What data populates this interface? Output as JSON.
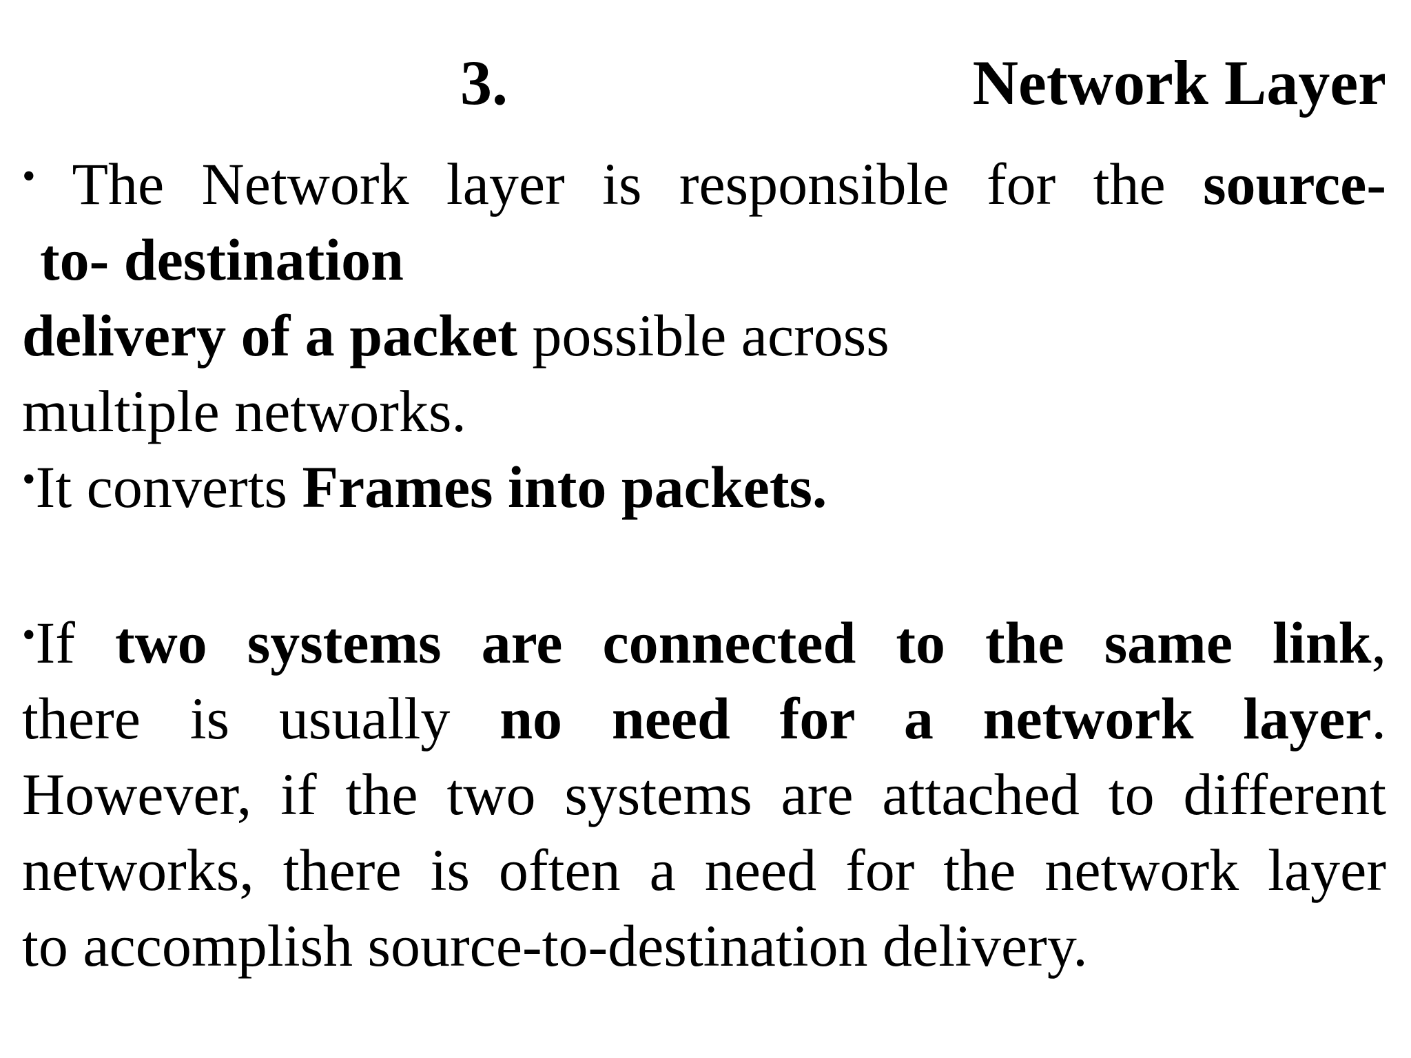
{
  "slide": {
    "title_number": "3.",
    "title_text": "Network Layer",
    "bullet_glyph": "•",
    "p1": {
      "line1_normal": " The Network layer is responsible for the",
      "line1_bold": "source-",
      "line2_bold": "to- destination",
      "line3_bold": "delivery of a packet",
      "line3_normal": " possible across",
      "line4_normal": "multiple networks."
    },
    "p2": {
      "normal": "It converts ",
      "bold": "Frames into packets."
    },
    "p3": {
      "line1_normal_a": "If ",
      "line1_bold": "two systems are connected to the same link",
      "line1_normal_b": ",",
      "line2_normal_a": "there is usually ",
      "line2_bold": "no need for a network layer",
      "line2_normal_b": ".",
      "line3": "However, if the two systems are  attached to different",
      "line4": "networks, there is often a need for the  network layer",
      "line5": "to accomplish source-to-destination delivery."
    }
  }
}
